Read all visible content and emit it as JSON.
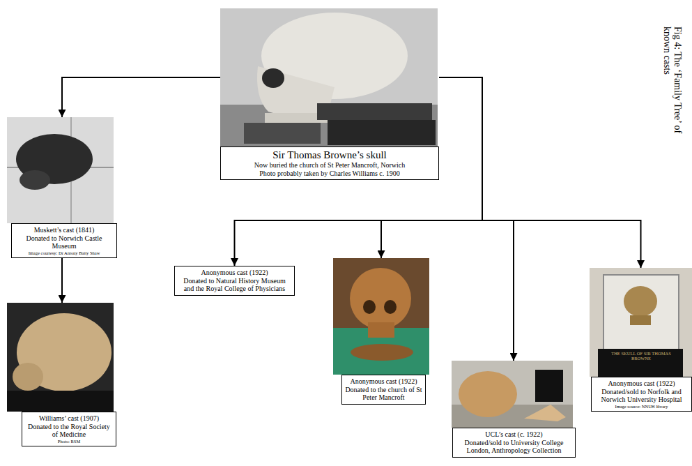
{
  "diagram": {
    "caption": "Fig 4: The ‘Family Tree’ of known casts",
    "nodes": [
      {
        "text": [
          "Sir Thomas Browne’s skull",
          "Now buried the church of St Peter Mancroft, Norwich",
          "Photo probably taken by Charles Williams c. 1900"
        ]
      },
      {
        "text": [
          "Muskett’s cast (1841)",
          "Donated to Norwich Castle Museum",
          "Image courtesy: Dr Antony Batty Shaw"
        ]
      },
      {
        "text": [
          "Williams’ cast (1907)",
          "Donated to the Royal Society of Medicine",
          "Photo: RSM"
        ]
      },
      {
        "text": [
          "Anonymous cast (1922)",
          "Donated to Natural History Museum and the Royal College of Physicians"
        ]
      },
      {
        "text": [
          "Anonymous cast (1922)",
          "Donated to the church of St Peter Mancroft"
        ]
      },
      {
        "text": [
          "UCL’s cast (c. 1922)",
          "Donated/sold to University College London, Anthropology Collection"
        ]
      },
      {
        "text": [
          "Anonymous cast (1922)",
          "Donated/sold to Norfolk and Norwich University Hospital",
          "Image source: NNUH library"
        ]
      }
    ],
    "edges": [
      {
        "from": 0,
        "to": 1,
        "arrow": "to"
      },
      {
        "from": 1,
        "to": 2,
        "arrow": "to"
      },
      {
        "from": 0,
        "to": 3,
        "arrow": "to"
      },
      {
        "from": 0,
        "to": 4,
        "arrow": "to"
      },
      {
        "from": 0,
        "to": 5,
        "arrow": "to"
      },
      {
        "from": 0,
        "to": 6,
        "arrow": "to"
      }
    ],
    "labels": [
      "THE SKULL OF SIR THOMAS BROWNE"
    ]
  }
}
